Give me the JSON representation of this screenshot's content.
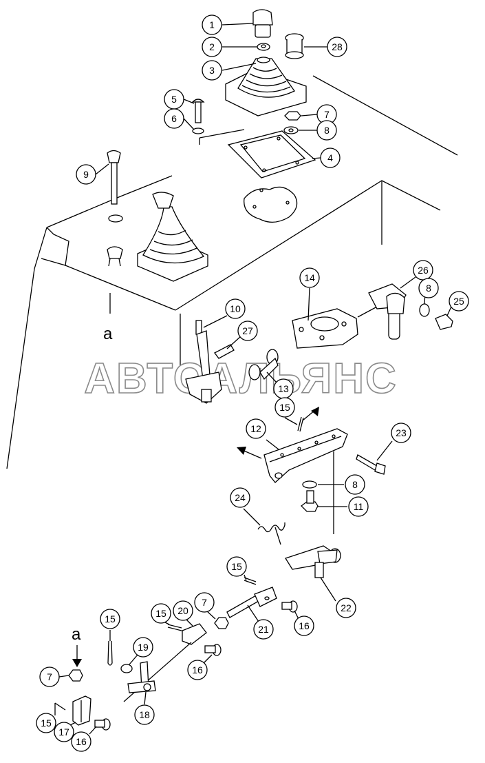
{
  "watermark": "АВТОАЛЬЯНС",
  "view_marker": {
    "letter": "a"
  },
  "parts": [
    "1",
    "2",
    "3",
    "4",
    "5",
    "6",
    "7",
    "8",
    "9",
    "10",
    "11",
    "12",
    "13",
    "14",
    "15",
    "16",
    "17",
    "18",
    "19",
    "20",
    "21",
    "22",
    "23",
    "24",
    "25",
    "26",
    "27",
    "28"
  ],
  "callouts": {
    "c1": "1",
    "c2": "2",
    "c3": "3",
    "c4": "4",
    "c5": "5",
    "c6": "6",
    "c7a": "7",
    "c8a": "8",
    "c9": "9",
    "c10": "10",
    "c14": "14",
    "c26": "26",
    "c8b": "8",
    "c25": "25",
    "c27": "27",
    "c13": "13",
    "c15a": "15",
    "c12": "12",
    "c23": "23",
    "c8c": "8",
    "c11": "11",
    "c24": "24",
    "c15b": "15",
    "c22": "22",
    "c7b": "7",
    "c20": "20",
    "c15c": "15",
    "c21": "21",
    "c16a": "16",
    "c15d": "15",
    "c19": "19",
    "c16b": "16",
    "c7c": "7",
    "c18": "18",
    "c15e": "15",
    "c17": "17",
    "c16c": "16",
    "c28": "28"
  }
}
